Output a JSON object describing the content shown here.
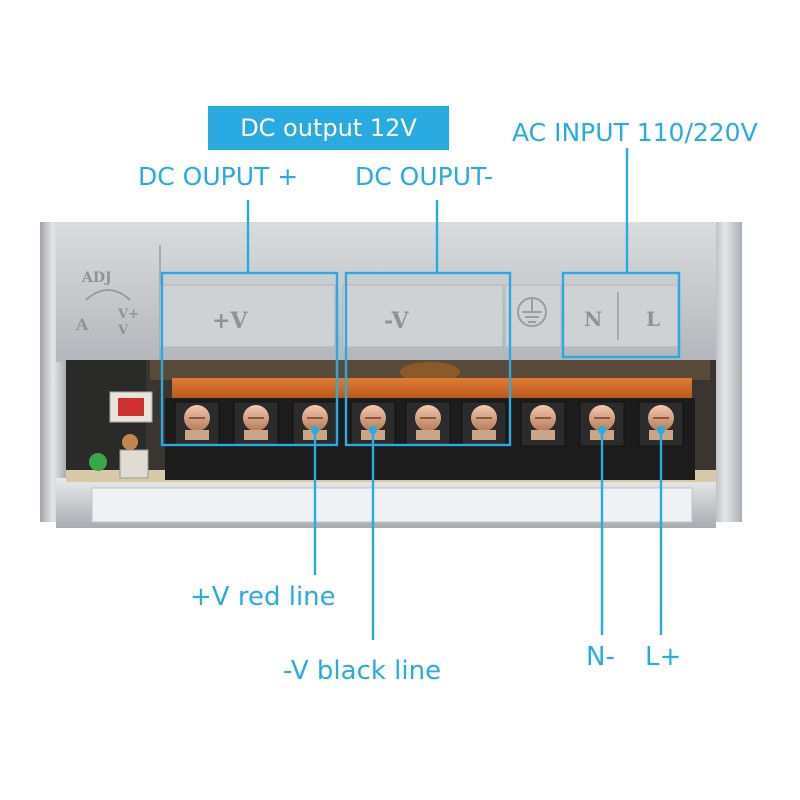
{
  "labels": {
    "dc_output": "DC output 12V",
    "dc_plus": "DC OUPUT +",
    "dc_minus": "DC OUPUT-",
    "ac_input": "AC INPUT 110/220V",
    "pos_red": "+V red line",
    "neg_black": "-V black line",
    "n_minus": "N-",
    "l_plus": "L+"
  },
  "panel_marks": {
    "adj": "ADJ",
    "a": "A",
    "v_plus": "V+",
    "v": "V",
    "plus_v": "+V",
    "minus_v": "-V",
    "n": "N",
    "l": "L"
  },
  "colors": {
    "accent": "#29abe2",
    "terminal_block": "#1c1c1c",
    "cover_strip": "#d4742c",
    "housing": "#c9ccd0"
  }
}
